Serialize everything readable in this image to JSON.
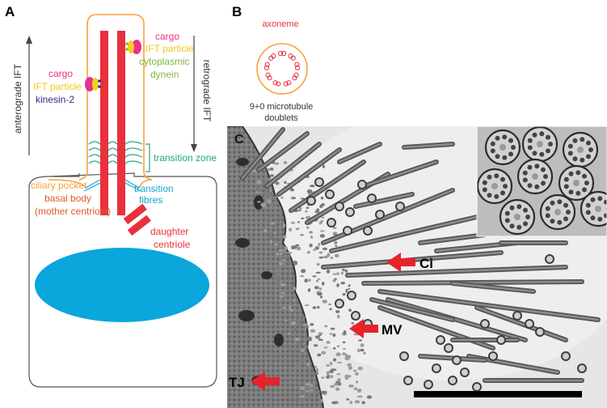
{
  "panel_a": {
    "letter": "A",
    "anterograde": "anterograde IFT",
    "retrograde": "retrograde IFT",
    "left_cargo": "cargo",
    "left_ift": "IFT particle",
    "kinesin": "kinesin-2",
    "right_cargo": "cargo",
    "right_ift": "IFT particle",
    "dynein_1": "cytoplasmic",
    "dynein_2": "dynein",
    "transition_zone": "transition zone",
    "ciliary_pocket": "ciliary pocket",
    "basal_body_1": "basal body",
    "basal_body_2": "(mother centriole)",
    "transition_fibres_1": "transition",
    "transition_fibres_2": "fibres",
    "daughter_1": "daughter",
    "daughter_2": "centriole",
    "colors": {
      "membrane": "#f7a13c",
      "microtubule": "#e8313c",
      "cargo": "#e8318a",
      "ift": "#f0d21a",
      "kinesin": "#2a2a8a",
      "dynein": "#7fb83b",
      "transition": "#1fa68a",
      "fibres": "#1aa6d0",
      "nucleus": "#0aa6dc"
    }
  },
  "panel_b": {
    "letter": "B",
    "axoneme": "axoneme",
    "doublets_1": "9+0 microtubule",
    "doublets_2": "doublets"
  },
  "panel_c": {
    "letter": "C",
    "ci": "Ci",
    "mv": "MV",
    "tj": "TJ"
  }
}
